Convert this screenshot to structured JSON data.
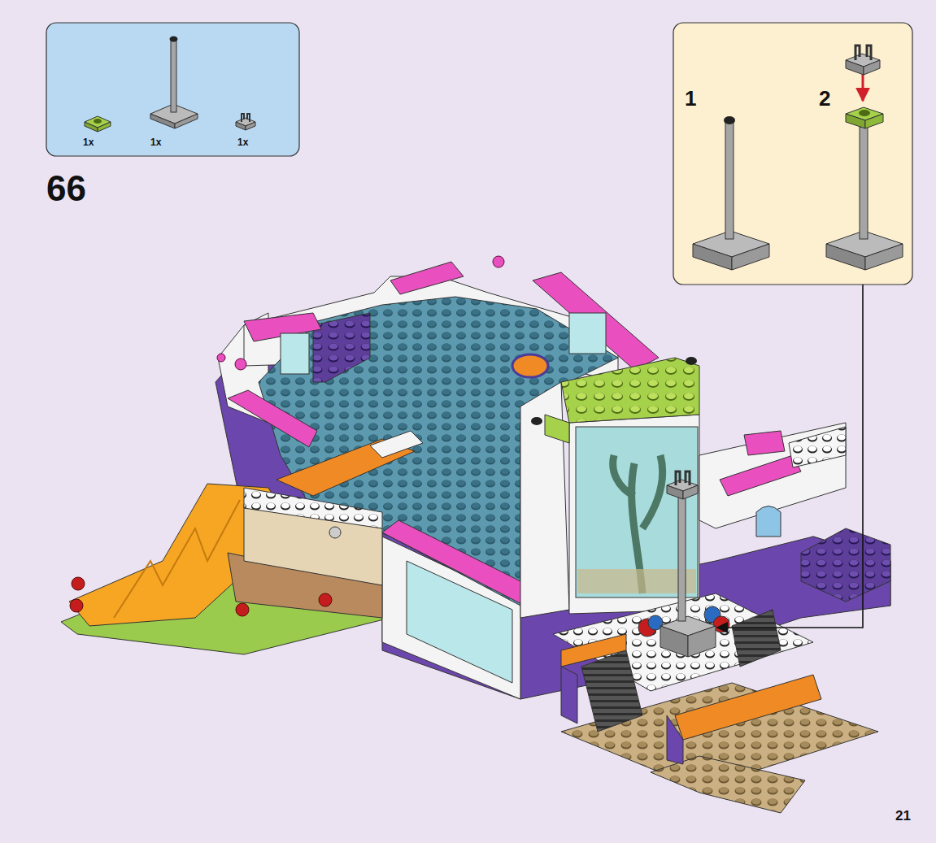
{
  "diagram": {
    "labels": [
      "1x",
      "1x",
      "1x",
      "66",
      "1",
      "2",
      "21"
    ]
  }
}
